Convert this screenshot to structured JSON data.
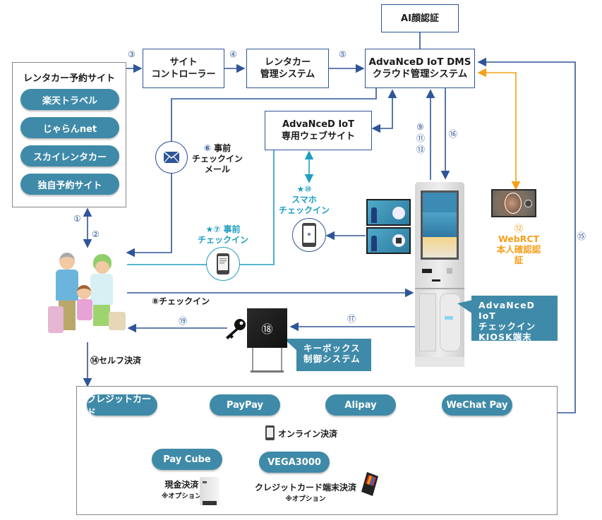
{
  "colors": {
    "flow_blue": "#2f5597",
    "teal": "#1e9ec0",
    "orange": "#f5a01a",
    "pill": "#3f8aa8"
  },
  "boxes": {
    "ai_face": "AI顔認証",
    "site_controller": [
      "サイト",
      "コントローラー"
    ],
    "rental_mgmt": [
      "レンタカー",
      "管理システム"
    ],
    "dms": [
      "AdvaNceD IoT DMS",
      "クラウド管理システム"
    ],
    "web_site": [
      "AdvaNceD IoT",
      "専用ウェブサイト"
    ]
  },
  "reservation": {
    "title": "レンタカー予約サイト",
    "sites": [
      "楽天トラベル",
      "じゃらんnet",
      "スカイレンタカー",
      "独自予約サイト"
    ]
  },
  "steps": {
    "s1": "①",
    "s2": "②",
    "s3": "③",
    "s4": "④",
    "s5": "⑤",
    "s6": "⑥",
    "s6_label": [
      "事前",
      "チェックイン",
      "メール"
    ],
    "s7": "★⑦ 事前",
    "s7_label": "チェックイン",
    "s8": "⑧チェックイン",
    "s9_11_13": [
      "⑨",
      "⑪",
      "⑬"
    ],
    "s10": "★⑩",
    "s10_label": [
      "スマホ",
      "チェックイン"
    ],
    "s12": "⑫",
    "s12_label": [
      "WebRCT",
      "本人確認認証"
    ],
    "s14": "⑭セルフ決済",
    "s15": "⑮",
    "s16": "⑯",
    "s17": "⑰",
    "s18": "⑱",
    "s19": "⑲"
  },
  "callouts": {
    "kiosk": [
      "AdvaNceD IoT",
      "チェックイン",
      "KIOSK端末"
    ],
    "keybox": [
      "キーボックス",
      "制御システム"
    ]
  },
  "payment": {
    "online_methods": [
      "クレジットカード",
      "PayPay",
      "Alipay",
      "WeChat Pay"
    ],
    "online_label": "オンライン決済",
    "paycube": {
      "label": "Pay Cube",
      "desc": "現金決済",
      "note": "※オプション"
    },
    "vega": {
      "label": "VEGA3000",
      "desc": "クレジットカード端末決済",
      "note": "※オプション"
    }
  }
}
